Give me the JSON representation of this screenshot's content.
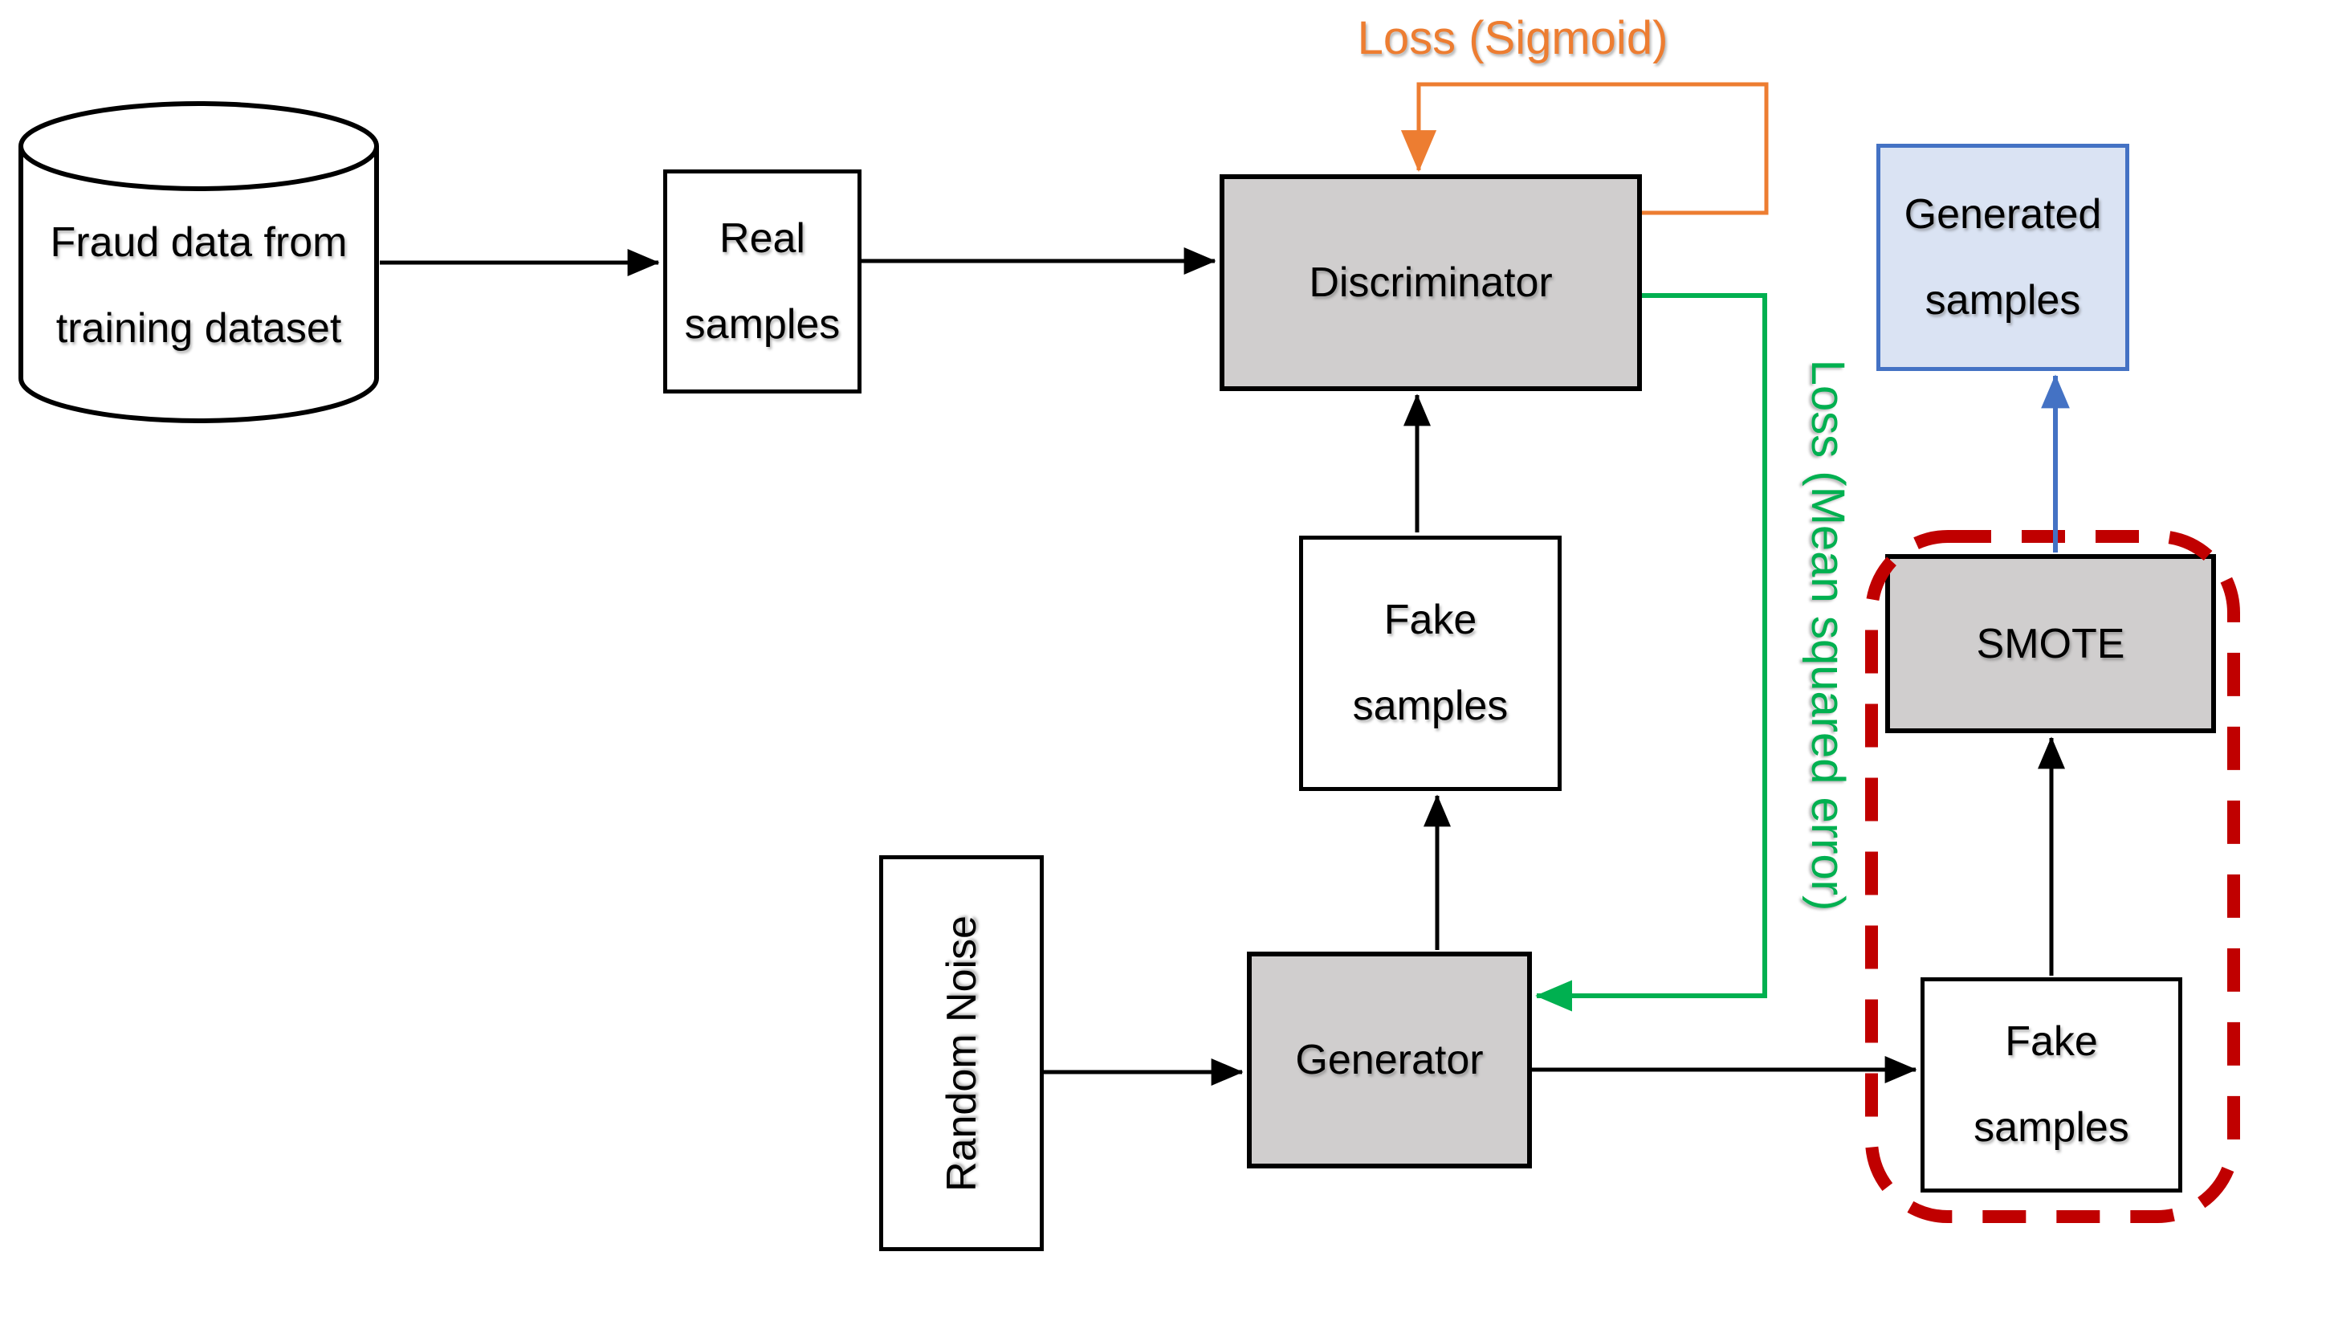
{
  "colors": {
    "black": "#000000",
    "orange": "#ED7D31",
    "green": "#00B050",
    "blue_border": "#4472C4",
    "blue_fill": "#DAE3F3",
    "gray_fill": "#D0CECE",
    "red_dashed": "#C00000",
    "background": "#FFFFFF"
  },
  "nodes": {
    "fraud_db": {
      "line1": "Fraud data from",
      "line2": "training dataset"
    },
    "real_samples": {
      "line1": "Real",
      "line2": "samples"
    },
    "discriminator": {
      "label": "Discriminator"
    },
    "fake_samples_mid": {
      "line1": "Fake",
      "line2": "samples"
    },
    "generator": {
      "label": "Generator"
    },
    "random_noise": {
      "label": "Random Noise"
    },
    "generated_samples": {
      "line1": "Generated",
      "line2": "samples"
    },
    "smote": {
      "label": "SMOTE"
    },
    "fake_samples_bottom": {
      "line1": "Fake",
      "line2": "samples"
    }
  },
  "annotations": {
    "loss_sigmoid": "Loss (Sigmoid)",
    "loss_mse": "Loss (Mean squared error)"
  }
}
